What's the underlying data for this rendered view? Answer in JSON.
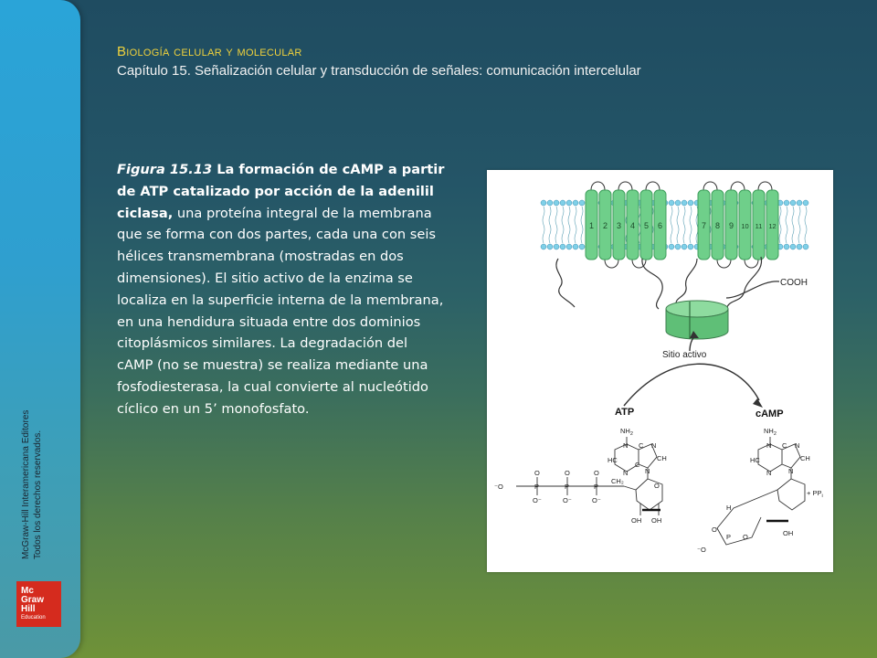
{
  "header": {
    "book_title": "Biología celular y molecular",
    "chapter": "Capítulo 15. Señalización celular y transducción de señales: comunicación intercelular"
  },
  "caption": {
    "fig_label": "Figura 15.13",
    "bold_text": " La formación de cAMP a partir de ATP catalizado por acción de la adenilil ciclasa,",
    "body_text": " una proteína integral de la membrana que se forma con dos partes, cada una con seis hélices transmembrana (mostradas en dos dimensiones). El sitio activo de la enzima se localiza en la superficie interna de la membrana, en una hendidura situada entre dos dominios citoplásmicos similares. La degradación del cAMP (no se muestra) se realiza mediante una fosfodiesterasa, la cual convierte al nucleótido cíclico en un 5’ monofosfato."
  },
  "sidebar": {
    "copyright_line1": "McGraw-Hill Interamericana Editores",
    "copyright_line2": "Todos los derechos reservados."
  },
  "logo": {
    "line1": "Mc",
    "line2": "Graw",
    "line3": "Hill",
    "line4": "Education"
  },
  "figure": {
    "helix_numbers": [
      "1",
      "2",
      "3",
      "4",
      "5",
      "6",
      "7",
      "8",
      "9",
      "10",
      "11",
      "12"
    ],
    "cooh_label": "COOH",
    "active_site_label": "Sitio activo",
    "atp_label": "ATP",
    "camp_label": "cAMP",
    "nh2_label": "NH",
    "nh2_sub": "2",
    "ppi_label": "+ PP",
    "ppi_sub": "i",
    "oh_label": "OH",
    "o_minus_label": "⁻O",
    "atom_c": "C",
    "atom_n": "N",
    "atom_h": "H",
    "atom_o": "O",
    "atom_p": "P",
    "atom_hc": "HC",
    "atom_ch": "CH",
    "atom_ch2": "CH₂",
    "atom_o_minus": "O⁻",
    "colors": {
      "helix": "#6fcf8a",
      "helix_dark": "#3f9e5c",
      "lipid": "#7fd0e8",
      "book_title": "#f0d23c",
      "logo": "#d52b1e"
    }
  }
}
